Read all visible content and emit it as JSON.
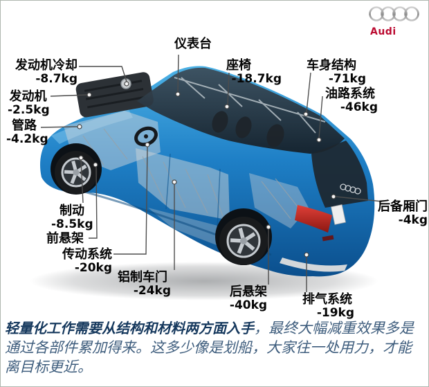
{
  "logo": {
    "brand_text": "Audi"
  },
  "colors": {
    "audi_red": "#bb0a30",
    "car_blue": "#1e7fc6",
    "caption_lead": "#14375c",
    "caption_body": "#3e5d7d",
    "label_text": "#050505"
  },
  "callouts": [
    {
      "id": "engine-cooling",
      "label": "发动机冷却",
      "value": "-8.7kg"
    },
    {
      "id": "engine",
      "label": "发动机",
      "value": "-2.5kg"
    },
    {
      "id": "pipes",
      "label": "管路",
      "value": "-4.2kg"
    },
    {
      "id": "dashboard",
      "label": "仪表台"
    },
    {
      "id": "seats",
      "label": "座椅",
      "value": "-18.7kg"
    },
    {
      "id": "body-structure",
      "label": "车身结构",
      "value": "-71kg"
    },
    {
      "id": "fuel-system",
      "label": "油路系统",
      "value": "-46kg"
    },
    {
      "id": "trunk-lid",
      "label": "后备厢门",
      "value": "-4kg"
    },
    {
      "id": "brakes",
      "label": "制动",
      "value": "-8.5kg"
    },
    {
      "id": "front-suspension",
      "label": "前悬架"
    },
    {
      "id": "drivetrain",
      "label": "传动系统",
      "value": "-20kg"
    },
    {
      "id": "aluminum-doors",
      "label": "铝制车门",
      "value": "-24kg"
    },
    {
      "id": "rear-suspension",
      "label": "后悬架",
      "value": "-40kg"
    },
    {
      "id": "exhaust-system",
      "label": "排气系统",
      "value": "-19kg"
    }
  ],
  "caption": {
    "lead": "轻量化工作需要从结构和材料两方面入手",
    "body": "，最终大幅减重效果多是通过各部件累加得来。这多少像是划船，大家往一处用力，才能离目标更近。"
  }
}
